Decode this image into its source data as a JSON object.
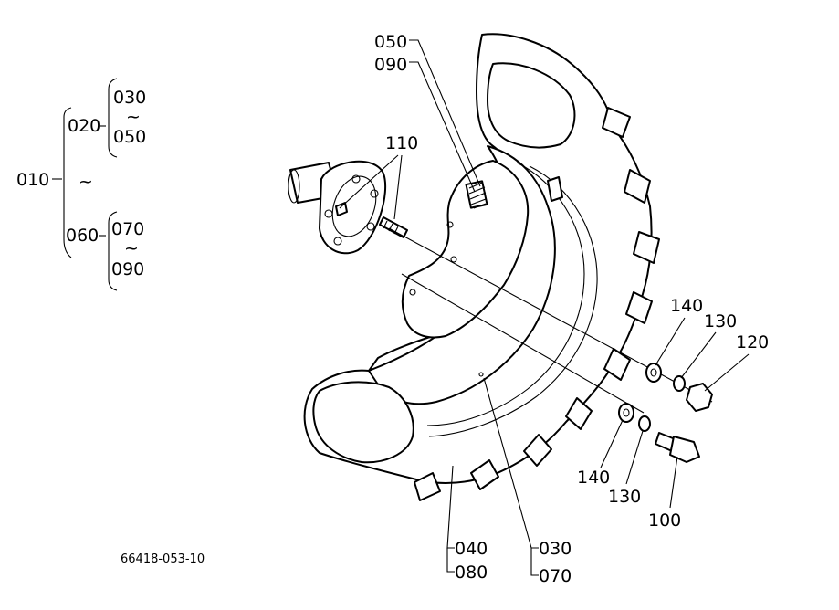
{
  "tree": {
    "root": "010",
    "group_a": "020",
    "group_a_from": "030",
    "group_a_to": "050",
    "group_b": "060",
    "group_b_from": "070",
    "group_b_to": "090",
    "tilde": "~"
  },
  "callouts": {
    "c050": "050",
    "c090": "090",
    "c110": "110",
    "c140a": "140",
    "c130a": "130",
    "c120": "120",
    "c140b": "140",
    "c130b": "130",
    "c100": "100",
    "c040": "040",
    "c080": "080",
    "c030": "030",
    "c070": "070"
  },
  "drawing_number": "66418-053-10"
}
